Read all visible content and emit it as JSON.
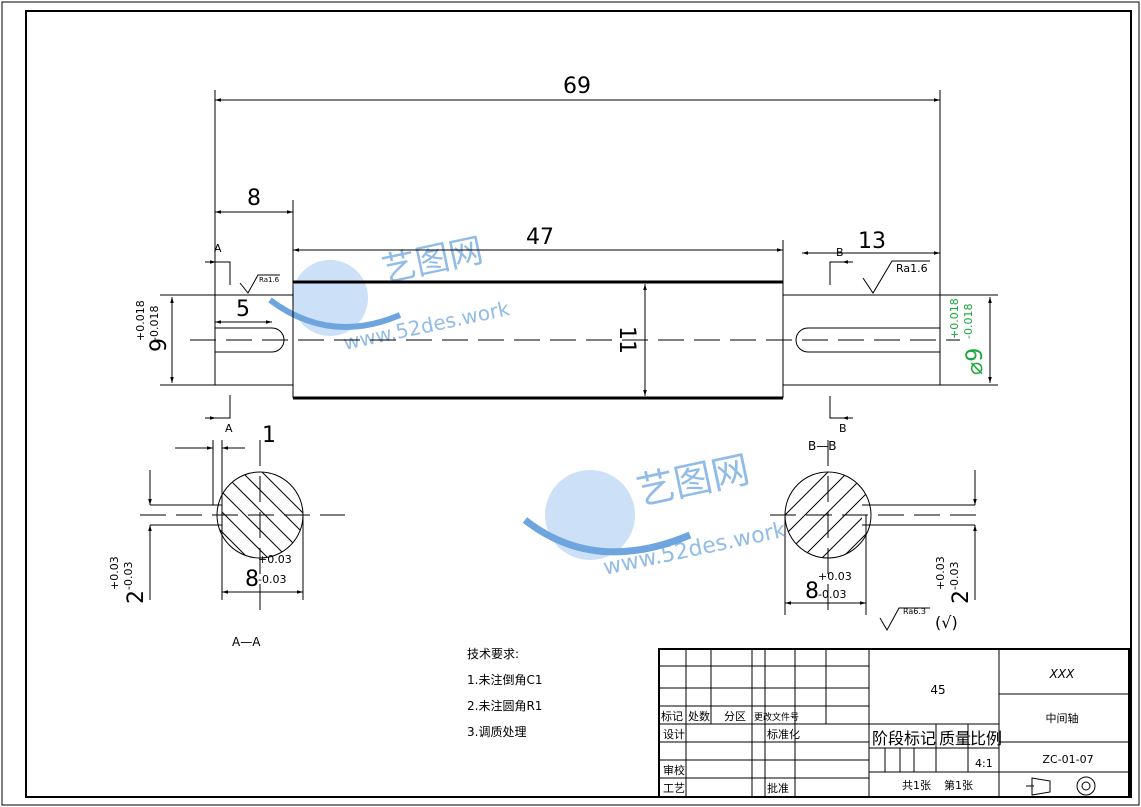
{
  "dimensions": {
    "overall_length": "69",
    "left_step": "8",
    "middle_length": "47",
    "right_step": "13",
    "left_slot_length": "5",
    "middle_diameter": "11",
    "left_dia": "9",
    "left_dia_tol_up": "+0.018",
    "left_dia_tol_low": "-0.018",
    "right_dia": "⌀9",
    "right_dia_tol_up": "+0.018",
    "right_dia_tol_low": "-0.018",
    "section_a_offset": "1",
    "section_a_width": "8",
    "section_a_tol_up": "+0.03",
    "section_a_tol_low": "-0.03",
    "section_a_depth": "2",
    "section_a_depth_tol_up": "+0.03",
    "section_a_depth_tol_low": "-0.03",
    "section_b_width": "8",
    "section_b_tol_up": "+0.03",
    "section_b_tol_low": "-0.03",
    "section_b_depth": "2",
    "section_b_depth_tol_up": "+0.03",
    "section_b_depth_tol_low": "-0.03"
  },
  "roughness": {
    "left": "Ra1.6",
    "right": "Ra1.6",
    "general": "Ra6.3",
    "general_bracket": "(√)"
  },
  "sections": {
    "a_marker": "A",
    "b_marker": "B",
    "a_label": "A—A",
    "b_label": "B—B"
  },
  "tech_requirements": {
    "title": "技术要求:",
    "items": [
      "1.未注倒角C1",
      "2.未注圆角R1",
      "3.调质处理"
    ]
  },
  "title_block": {
    "material": "45",
    "company": "XXX",
    "part_name": "中间轴",
    "drawing_no": "ZC-01-07",
    "scale": "4:1",
    "headers": {
      "mark": "标记",
      "count": "处数",
      "zone": "分区",
      "change_doc": "更改文件号",
      "design": "设计",
      "standardize": "标准化",
      "check": "审校",
      "process": "工艺",
      "approve": "批准",
      "stage_mark": "阶段标记",
      "mass": "质量",
      "ratio": "比例",
      "sheets_total": "共1张",
      "sheet_no": "第1张"
    }
  },
  "watermark": {
    "logo": "艺图网",
    "url": "www.52des.work"
  },
  "colors": {
    "line": "#000000",
    "tolerance_green": "#1aa83a",
    "watermark_blue": "#4a8fd8"
  }
}
